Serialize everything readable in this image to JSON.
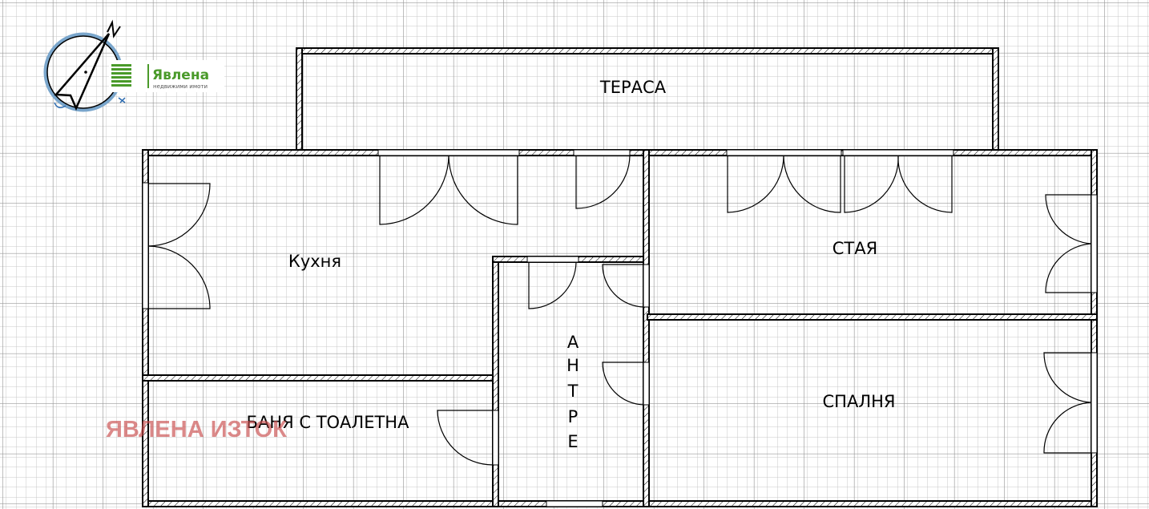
{
  "rooms": {
    "terrace": "ТЕРАСА",
    "kitchen": "Кухня",
    "room": "СТАЯ",
    "bedroom": "СПАЛНЯ",
    "bathroom": "БАНЯ С ТОАЛЕТНА",
    "hallway_letters": [
      "А",
      "Н",
      "Т",
      "Р",
      "Е"
    ]
  },
  "logo": {
    "name": "Явлена",
    "tagline": "недвижими имоти",
    "color": "#4a9a2a"
  },
  "watermark": {
    "text": "ЯВЛЕНА ИЗТОК",
    "color": "#c84a4a"
  },
  "compass": {
    "icon": "north-arrow-compass",
    "label": "N"
  }
}
